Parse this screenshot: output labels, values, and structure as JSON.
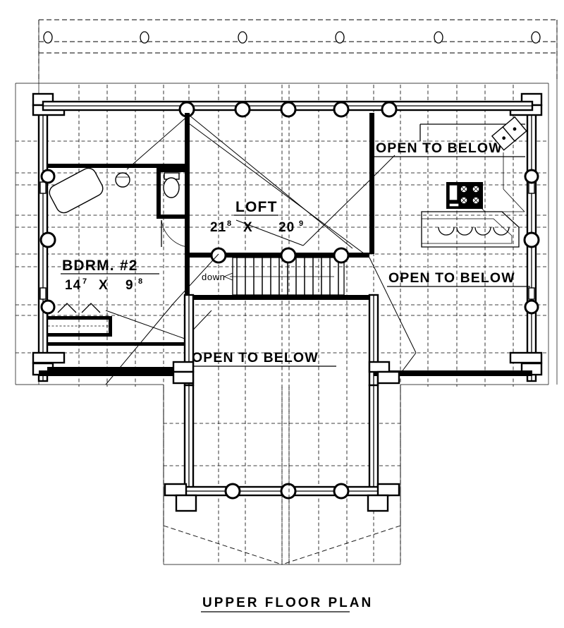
{
  "drawing": {
    "title": "UPPER FLOOR PLAN",
    "kind": "architectural-floor-plan",
    "line_color": "#000000",
    "background_color": "#ffffff"
  },
  "rooms": [
    {
      "id": "loft",
      "name": "LOFT",
      "width_ft": "21",
      "width_in": "8",
      "sep": "X",
      "depth_ft": "20",
      "depth_in": "9"
    },
    {
      "id": "bedroom-2",
      "name": "BDRM. #2",
      "width_ft": "14",
      "width_in": "7",
      "sep": "X",
      "depth_ft": "9",
      "depth_in": "8"
    }
  ],
  "annotations": {
    "open_to_below_1": "OPEN TO BELOW",
    "open_to_below_2": "OPEN TO BELOW",
    "open_to_below_3": "OPEN TO BELOW",
    "stair_direction": "down"
  },
  "fixtures": [
    {
      "name": "bathtub",
      "room": "bathroom"
    },
    {
      "name": "sink",
      "room": "bathroom"
    },
    {
      "name": "toilet",
      "room": "bathroom"
    },
    {
      "name": "cooktop-range",
      "room": "kitchen-below"
    },
    {
      "name": "bar-stools",
      "room": "kitchen-below",
      "count": 4
    },
    {
      "name": "skylight",
      "room": "roof"
    }
  ],
  "structure": {
    "log_posts_top_beam": 6,
    "log_posts_upper_wall": 5,
    "log_posts_left_wall": 3,
    "log_posts_right_wall": 3,
    "log_posts_bottom_wall": 3,
    "log_posts_stair_wall": 3,
    "stair_treads": 13
  }
}
